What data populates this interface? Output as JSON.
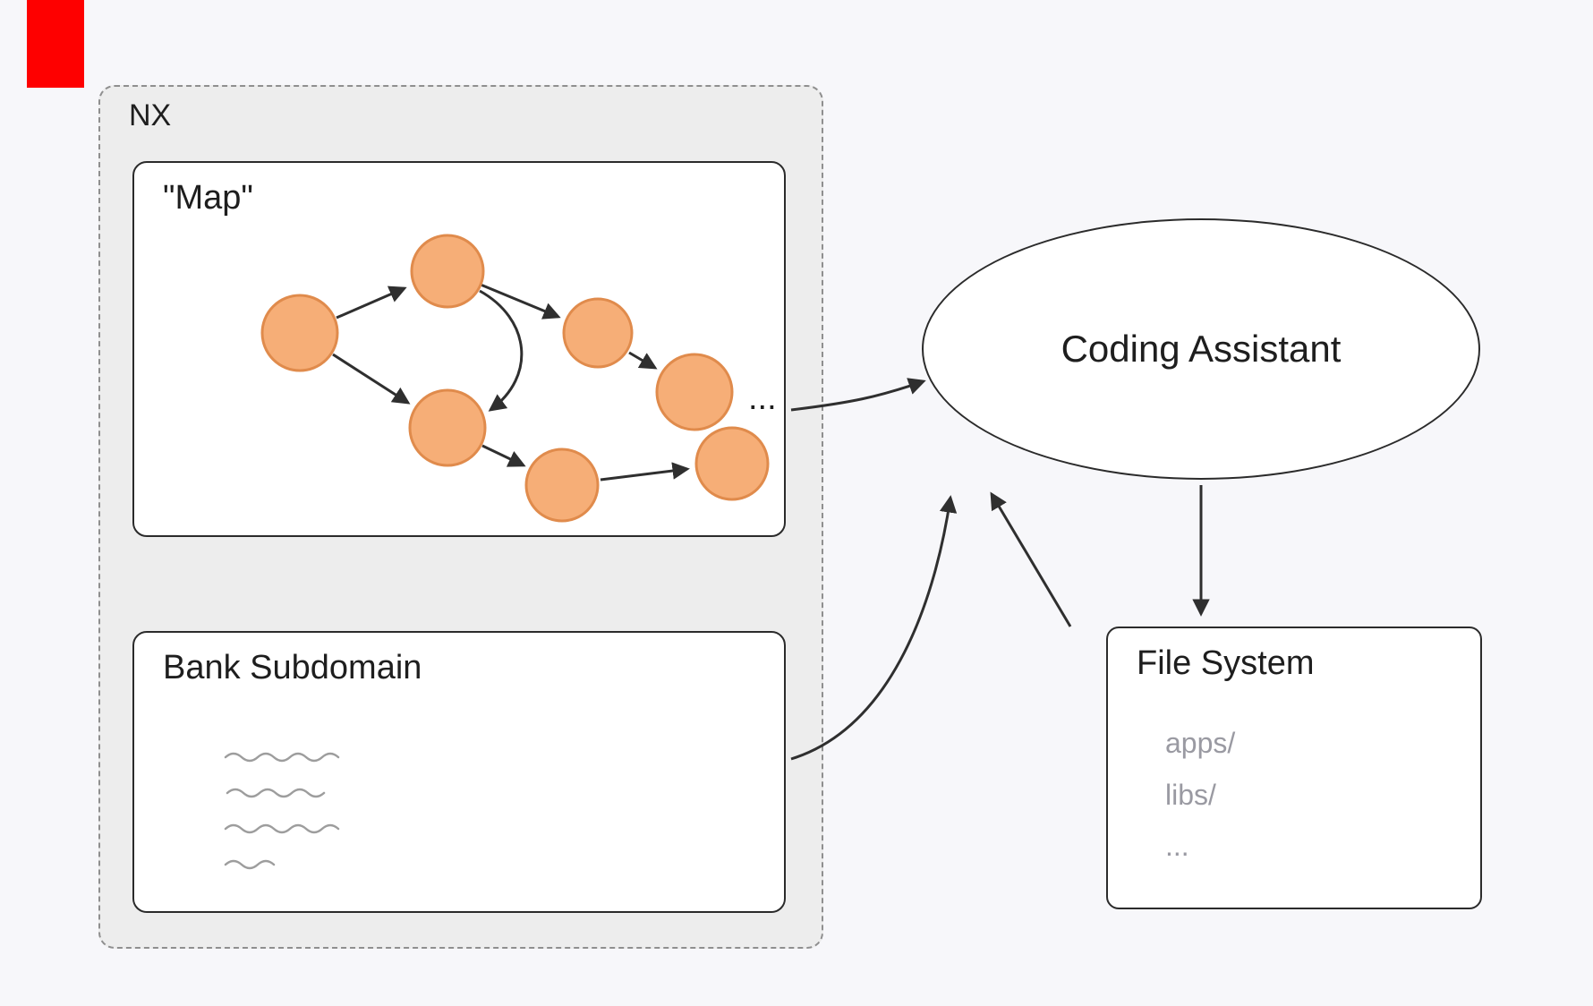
{
  "colors": {
    "background": "#f7f7fa",
    "container_fill": "#ededed",
    "container_border": "#8f8f8f",
    "box_fill": "#ffffff",
    "box_border": "#2b2b2b",
    "node_fill": "#f6ae77",
    "node_stroke": "#e08b4c",
    "line": "#2f2f2f",
    "squiggle": "#9d9d9d",
    "muted_text": "#9a9aa2",
    "marker_red": "#fe0000"
  },
  "nx": {
    "label": "NX",
    "map_box": {
      "title": "\"Map\"",
      "ellipsis": "..."
    },
    "bank_box": {
      "title": "Bank Subdomain"
    }
  },
  "coding_assistant": {
    "label": "Coding Assistant"
  },
  "file_system": {
    "title": "File System",
    "entries": [
      "apps/",
      "libs/",
      "..."
    ]
  }
}
